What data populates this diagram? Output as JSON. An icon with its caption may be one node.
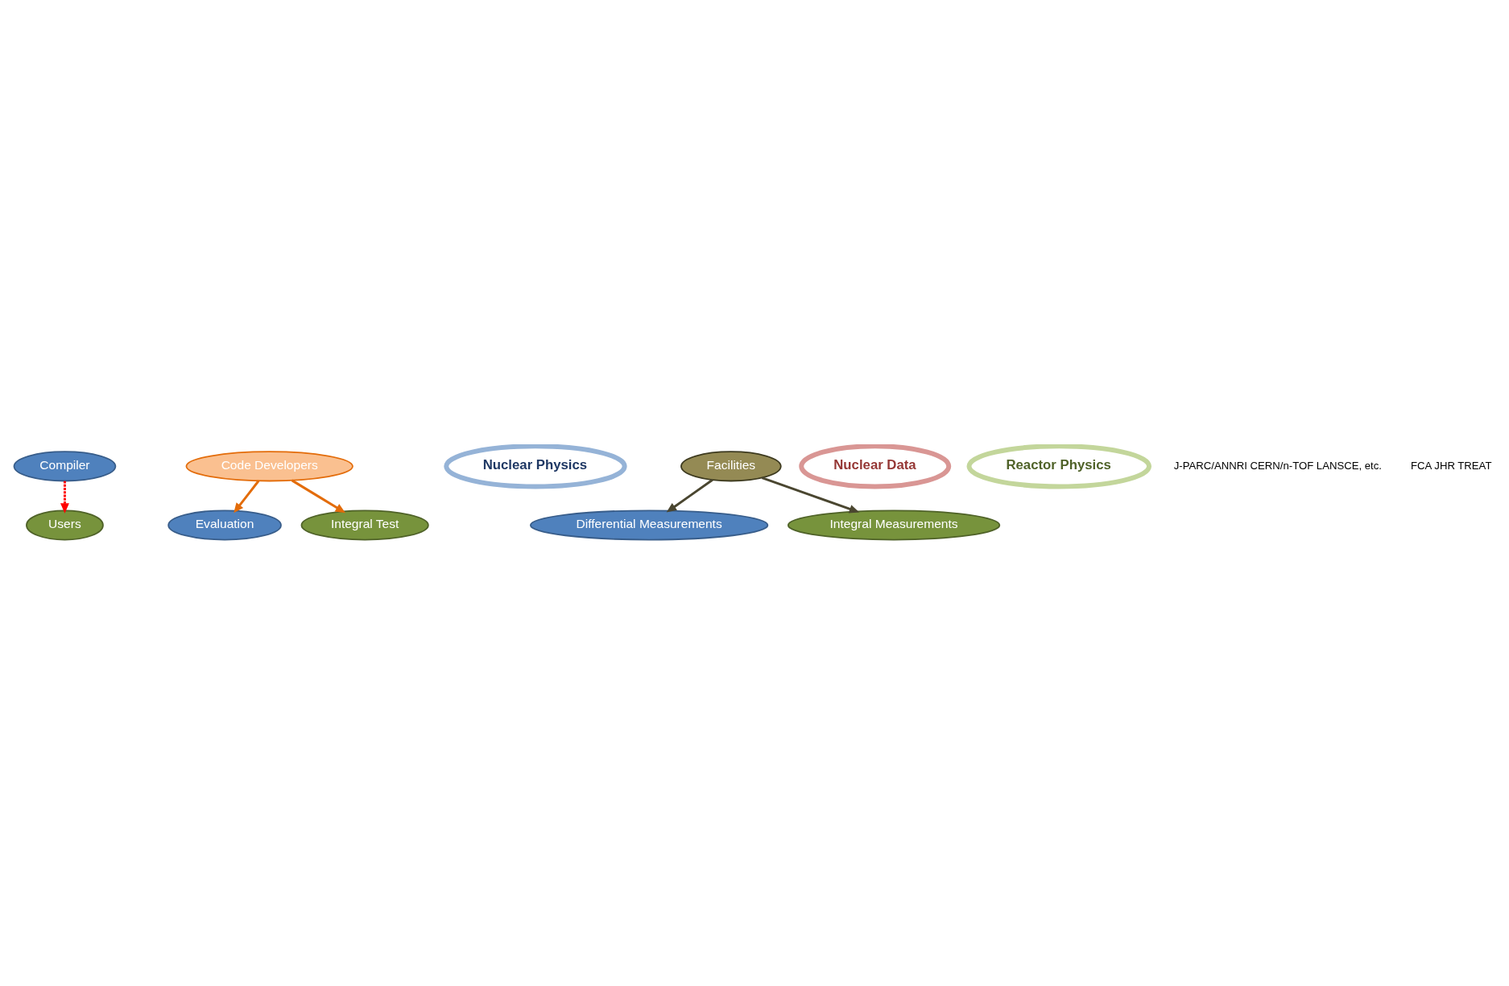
{
  "diagram": {
    "nodes": [
      {
        "text": [
          "Compiler"
        ]
      },
      {
        "text": [
          "Code Developers"
        ]
      },
      {
        "text": [
          "Nuclear Physics"
        ]
      },
      {
        "text": [
          "Evaluation"
        ]
      },
      {
        "text": [
          "Integral Test"
        ]
      },
      {
        "text": [
          "Differential Measurements"
        ]
      },
      {
        "text": [
          "Nuclear Data"
        ]
      },
      {
        "text": [
          "Integral Measurements"
        ]
      },
      {
        "text": [
          "Reactor Physics"
        ]
      },
      {
        "text": [
          "Users"
        ]
      },
      {
        "text": [
          "Facilities"
        ]
      }
    ],
    "edges": [
      {
        "from": 1,
        "to": 3,
        "arrow": "to",
        "color": "#e36c0a"
      },
      {
        "from": 1,
        "to": 4,
        "arrow": "to",
        "color": "#e36c0a"
      },
      {
        "from": 10,
        "to": 5,
        "arrow": "to",
        "color": "#4a4630"
      },
      {
        "from": 10,
        "to": 7,
        "arrow": "to",
        "color": "#4a4630"
      },
      {
        "from": 0,
        "to": 9,
        "arrow": "to",
        "style": "dashed",
        "color": "#ff0000"
      }
    ],
    "labels": [
      "J-PARC/ANNRI CERN/n-TOF LANSCE, etc.",
      "FCA JHR TREAT"
    ]
  }
}
